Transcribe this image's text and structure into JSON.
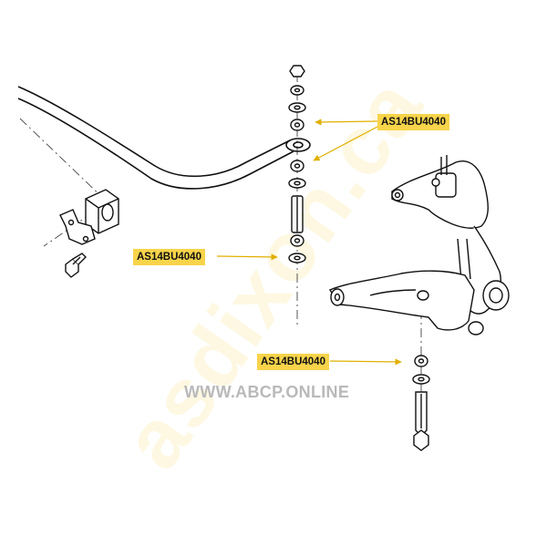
{
  "watermark": {
    "brand": "asdixon.ca",
    "url": "WWW.ABCP.ONLINE"
  },
  "labels": {
    "upper": "AS14BU4040",
    "middle": "AS14BU4040",
    "lower": "AS14BU4040"
  },
  "colors": {
    "highlight": "#f7d44a",
    "line": "#111111",
    "arrow": "#e0b000",
    "watermark_url": "#b9b9b9"
  }
}
